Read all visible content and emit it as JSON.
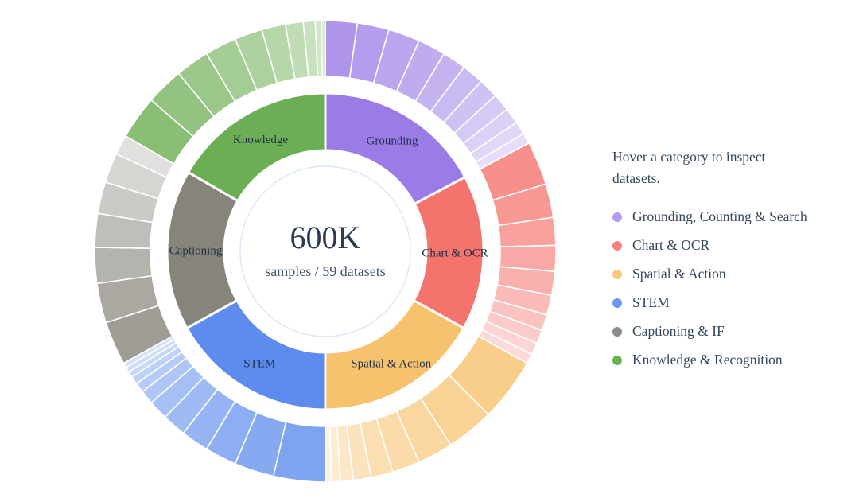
{
  "chart_data": {
    "type": "sunburst",
    "rings": [
      "categories (inner)",
      "datasets (outer)"
    ],
    "center_value": "600K",
    "center_caption": "samples / 59 datasets",
    "total_samples_label": "600K",
    "total_datasets": 59,
    "units": "angular spans in degrees, clockwise from 12 o'clock; outer-ring opacity fades per dataset within each category",
    "categories": [
      {
        "label": "Grounding",
        "legend_label": "Grounding, Counting & Search",
        "color": "#9b7ce6",
        "legend_color": "#b49af0",
        "angle_start": 0,
        "angle_end": 62,
        "dataset_count": 11,
        "segments_deg": [
          8,
          8,
          8,
          7,
          6,
          5.5,
          5,
          4.5,
          4,
          3.3,
          2.7
        ]
      },
      {
        "label": "Chart & OCR",
        "legend_label": "Chart & OCR",
        "color": "#f5736d",
        "legend_color": "#f9827c",
        "angle_start": 62,
        "angle_end": 119,
        "dataset_count": 10,
        "segments_deg": [
          11,
          8.5,
          7,
          6.5,
          6,
          5,
          4,
          3.5,
          3,
          2.5
        ]
      },
      {
        "label": "Spatial & Action",
        "legend_label": "Spatial & Action",
        "color": "#f7c26e",
        "legend_color": "#f9c97c",
        "angle_start": 119,
        "angle_end": 180,
        "dataset_count": 9,
        "segments_deg": [
          16,
          12,
          9,
          7,
          5.5,
          4.5,
          3.2,
          2.3,
          1.5
        ]
      },
      {
        "label": "STEM",
        "legend_label": "STEM",
        "color": "#5d8cee",
        "legend_color": "#6b97f3",
        "angle_start": 180,
        "angle_end": 241,
        "dataset_count": 12,
        "segments_deg": [
          13,
          10,
          8,
          7,
          6,
          5,
          3.5,
          2.5,
          2,
          1.5,
          1.3,
          1.2
        ]
      },
      {
        "label": "Captioning",
        "legend_label": "Captioning & IF",
        "color": "#87847b",
        "legend_color": "#8d8d8d",
        "angle_start": 241,
        "angle_end": 300,
        "dataset_count": 7,
        "segments_deg": [
          11,
          10,
          9,
          8.5,
          8,
          7.5,
          5
        ]
      },
      {
        "label": "Knowledge",
        "legend_label": "Knowledge & Recognition",
        "color": "#6bae53",
        "legend_color": "#67b350",
        "angle_start": 300,
        "angle_end": 360,
        "dataset_count": 10,
        "segments_deg": [
          11,
          9.5,
          8.5,
          8,
          7,
          6,
          4.5,
          3,
          1.5,
          1
        ]
      }
    ],
    "accent_circle_color": "#dbe9f6",
    "layout": {
      "legend_position": "right"
    }
  },
  "legend": {
    "heading": "Hover a category to inspect datasets."
  }
}
